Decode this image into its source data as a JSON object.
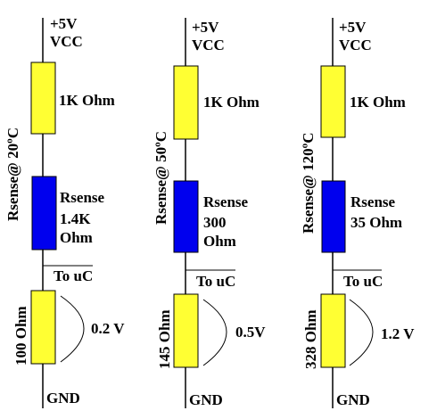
{
  "colors": {
    "wire": "#000000",
    "fixed_resistor": "#ffff33",
    "sense_resistor": "#0000ee",
    "outline": "#000000",
    "background": "#ffffff"
  },
  "circuits": [
    {
      "supply": "+5V",
      "rail": "VCC",
      "top_resistor": "1K Ohm",
      "sense_label": "Rsense",
      "sense_value_lines": [
        "1.4K",
        "Ohm"
      ],
      "condition": "Rsense@ 20ºC",
      "tap": "To uC",
      "bottom_resistor": "100 Ohm",
      "voltage": "0.2 V",
      "ground": "GND"
    },
    {
      "supply": "+5V",
      "rail": "VCC",
      "top_resistor": "1K Ohm",
      "sense_label": "Rsense",
      "sense_value_lines": [
        "300",
        "Ohm"
      ],
      "condition": "Rsense@ 50ºC",
      "tap": "To uC",
      "bottom_resistor": "145 Ohm",
      "voltage": "0.5V",
      "ground": "GND"
    },
    {
      "supply": "+5V",
      "rail": "VCC",
      "top_resistor": "1K Ohm",
      "sense_label": "Rsense",
      "sense_value_lines": [
        "35 Ohm"
      ],
      "condition": "Rsense@ 120ºC",
      "tap": "To uC",
      "bottom_resistor": "328 Ohm",
      "voltage": "1.2 V",
      "ground": "GND"
    }
  ]
}
